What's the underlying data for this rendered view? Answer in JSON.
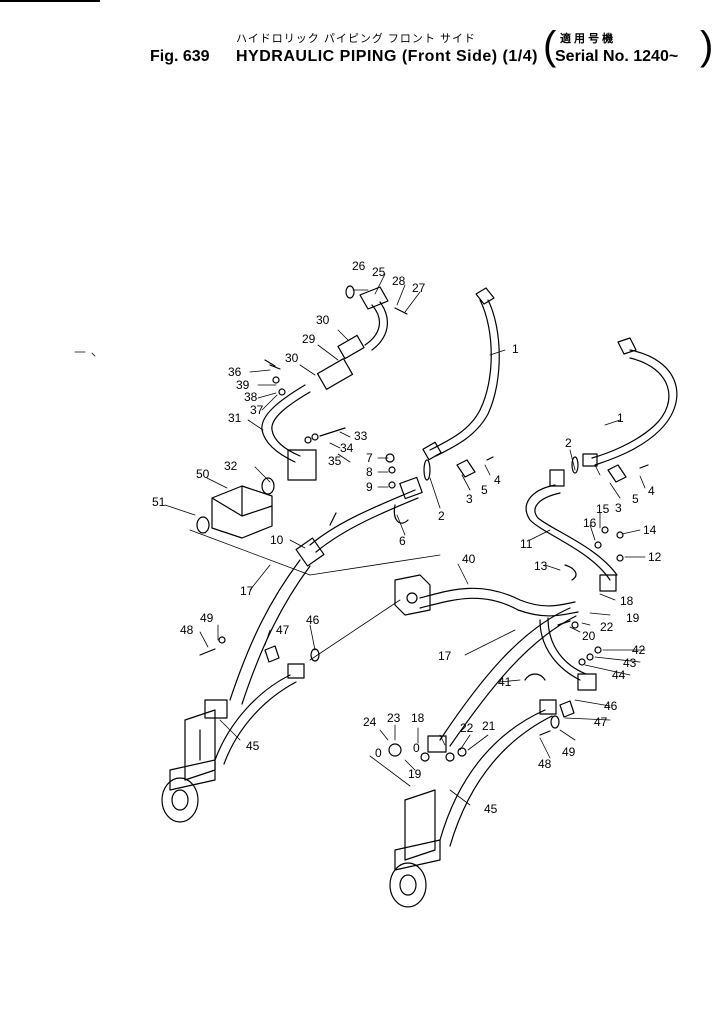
{
  "header": {
    "jp_title": "ハイドロリック パイピング フロント サイド",
    "fig_label": "Fig. 639",
    "title": "HYDRAULIC PIPING (Front Side) (1/4)",
    "jp_serial": "適 用 号 機",
    "serial": "Serial No. 1240~"
  },
  "callouts": [
    "1",
    "1",
    "2",
    "2",
    "3",
    "3",
    "4",
    "4",
    "5",
    "5",
    "6",
    "7",
    "8",
    "9",
    "10",
    "11",
    "12",
    "13",
    "14",
    "15",
    "16",
    "17",
    "17",
    "18",
    "18",
    "19",
    "19",
    "20",
    "21",
    "22",
    "22",
    "23",
    "24",
    "25",
    "26",
    "27",
    "28",
    "29",
    "30",
    "30",
    "31",
    "32",
    "33",
    "34",
    "35",
    "36",
    "37",
    "38",
    "39",
    "40",
    "41",
    "42",
    "43",
    "44",
    "45",
    "45",
    "46",
    "46",
    "47",
    "47",
    "48",
    "48",
    "49",
    "49",
    "50",
    "51",
    "0",
    "0"
  ]
}
